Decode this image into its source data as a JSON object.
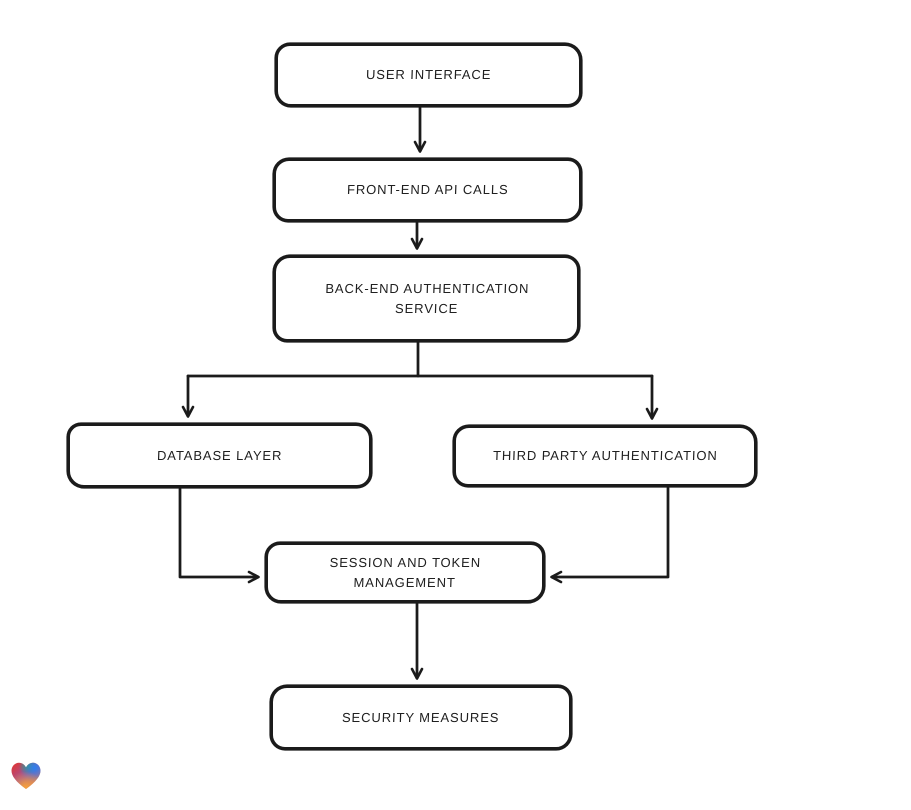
{
  "colors": {
    "stroke": "#1b1b1b",
    "node_fill": "#ffffff",
    "background": "#ffffff",
    "logo_red": "#e63229",
    "logo_green": "#35a852",
    "logo_blue": "#2d7ff0",
    "logo_orange": "#f2a03d",
    "logo_purple": "#a0539b"
  },
  "nodes": [
    {
      "id": "user-interface",
      "label": "USER INTERFACE"
    },
    {
      "id": "front-end-api-calls",
      "label": "FRONT-END API CALLS"
    },
    {
      "id": "back-end-authentication-service",
      "label": "BACK-END AUTHENTICATION SERVICE"
    },
    {
      "id": "database-layer",
      "label": "DATABASE LAYER"
    },
    {
      "id": "third-party-authentication",
      "label": "THIRD PARTY AUTHENTICATION"
    },
    {
      "id": "session-and-token-management",
      "label": "SESSION AND TOKEN MANAGEMENT"
    },
    {
      "id": "security-measures",
      "label": "SECURITY MEASURES"
    }
  ],
  "edges": [
    {
      "from": "user-interface",
      "to": "front-end-api-calls"
    },
    {
      "from": "front-end-api-calls",
      "to": "back-end-authentication-service"
    },
    {
      "from": "back-end-authentication-service",
      "to": "database-layer"
    },
    {
      "from": "back-end-authentication-service",
      "to": "third-party-authentication"
    },
    {
      "from": "database-layer",
      "to": "session-and-token-management"
    },
    {
      "from": "third-party-authentication",
      "to": "session-and-token-management"
    },
    {
      "from": "session-and-token-management",
      "to": "security-measures"
    }
  ],
  "logo": {
    "icon": "heart-icon"
  }
}
